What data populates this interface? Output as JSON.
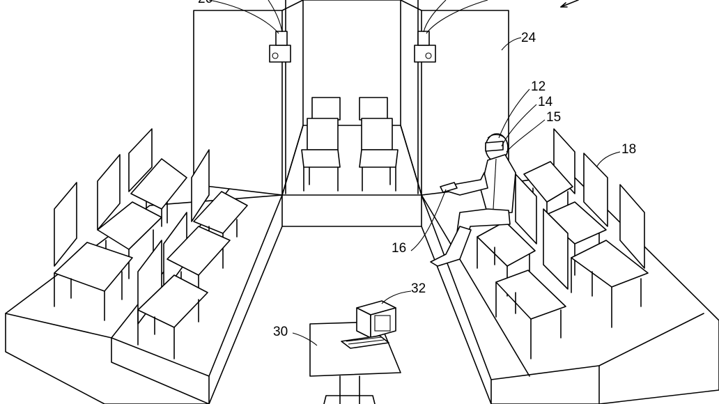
{
  "labels": {
    "top_left": "26",
    "screen": "24",
    "headset": "12",
    "eyepiece": "14",
    "sensor": "15",
    "controller": "16",
    "audience": "18",
    "table": "30",
    "computer": "32"
  }
}
